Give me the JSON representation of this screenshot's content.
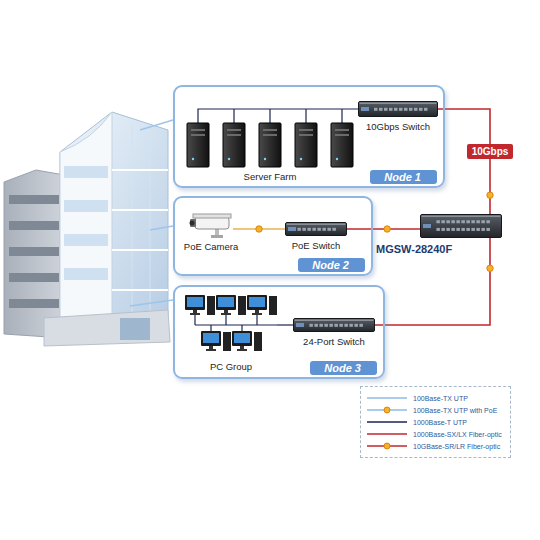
{
  "diagram": {
    "nodes": [
      {
        "text": [
          "Node 1"
        ]
      },
      {
        "text": [
          "Server Farm"
        ],
        "in": 0
      },
      {
        "text": [
          "10Gbps Switch"
        ],
        "in": 0
      },
      {
        "text": [
          "Node 2"
        ]
      },
      {
        "text": [
          "PoE Camera"
        ],
        "in": 3
      },
      {
        "text": [
          "PoE Switch"
        ],
        "in": 3
      },
      {
        "text": [
          "MGSW-28240F"
        ]
      },
      {
        "text": [
          "Node 3"
        ]
      },
      {
        "text": [
          "PC Group"
        ],
        "in": 7
      },
      {
        "text": [
          "24-Port Switch"
        ],
        "in": 7
      }
    ],
    "edges": [
      {
        "from": 1,
        "to": 2,
        "arrow": "none"
      },
      {
        "from": 2,
        "to": 6,
        "arrow": "none",
        "label": "10Gbps"
      },
      {
        "from": 4,
        "to": 5,
        "arrow": "none"
      },
      {
        "from": 5,
        "to": 6,
        "arrow": "none"
      },
      {
        "from": 8,
        "to": 9,
        "arrow": "none"
      },
      {
        "from": 9,
        "to": 6,
        "arrow": "none"
      }
    ],
    "legend": [
      {
        "text": "100Base-TX UTP"
      },
      {
        "text": "100Base-TX UTP with PoE"
      },
      {
        "text": "1000Base-T UTP"
      },
      {
        "text": "1000Base-SX/LX Fiber-optic"
      },
      {
        "text": "10GBase-SR/LR Fiber-optic"
      }
    ]
  }
}
